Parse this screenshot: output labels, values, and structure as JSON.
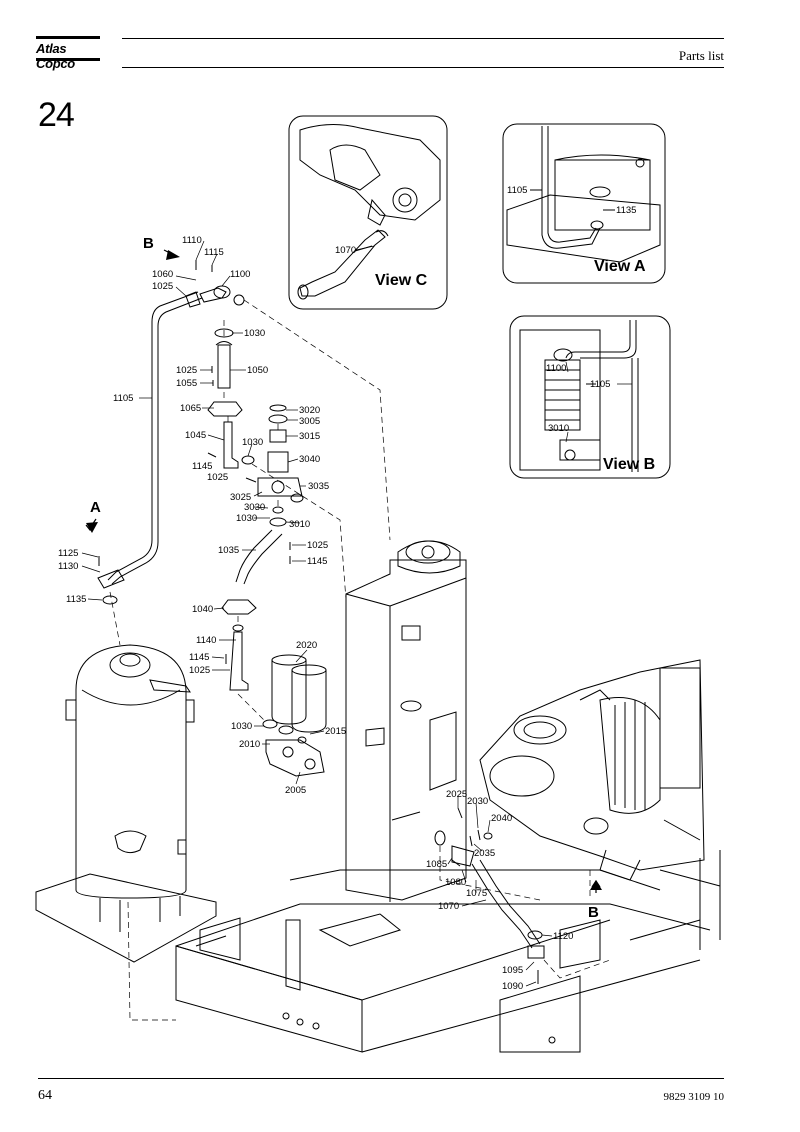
{
  "header": {
    "brand": "Atlas Copco",
    "title": "Parts list",
    "section_number": "24"
  },
  "footer": {
    "page_number": "64",
    "document_number": "9829 3109 10"
  },
  "views": {
    "view_c": "View C",
    "view_a": "View A",
    "view_b": "View B"
  },
  "direction_arrows": {
    "a": "A",
    "b_top": "B",
    "b_bottom": "B"
  },
  "callouts": {
    "c1110": "1110",
    "c1115": "1115",
    "c1060": "1060",
    "c1100": "1100",
    "c1025a": "1025",
    "c1030a": "1030",
    "c1025b": "1025",
    "c1050": "1050",
    "c1055": "1055",
    "c1105": "1105",
    "c1065": "1065",
    "c3020": "3020",
    "c3005": "3005",
    "c3015": "3015",
    "c1045": "1045",
    "c1030b": "1030",
    "c3040": "3040",
    "c1145a": "1145",
    "c1025c": "1025",
    "c3025": "3025",
    "c3035": "3035",
    "c3030": "3030",
    "c1030c": "1030",
    "c3010": "3010",
    "c1035": "1035",
    "c1025d": "1025",
    "c1145b": "1145",
    "c1125": "1125",
    "c1130": "1130",
    "c1135": "1135",
    "c1040": "1040",
    "c2020": "2020",
    "c1140": "1140",
    "c1145c": "1145",
    "c1025e": "1025",
    "c1030d": "1030",
    "c2015": "2015",
    "c2010": "2010",
    "c2005": "2005",
    "c2025": "2025",
    "c2030": "2030",
    "c2040": "2040",
    "c2035": "2035",
    "c1085": "1085",
    "c1080": "1080",
    "c1075": "1075",
    "c1070": "1070",
    "c1120": "1120",
    "c1095": "1095",
    "c1090": "1090",
    "vc1070": "1070",
    "va1105": "1105",
    "va1135": "1135",
    "vb1100": "1100",
    "vb1105": "1105",
    "vb3010": "3010"
  }
}
